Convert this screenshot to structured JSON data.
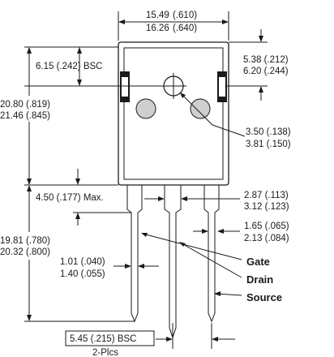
{
  "dimensions": {
    "overall_width": {
      "mm": "15.49",
      "in": "(.610)"
    },
    "overall_width_max": {
      "mm": "16.26",
      "in": "(.640)"
    },
    "hole_offset": "6.15 (.242) BSC",
    "tab_right_1": "5.38 (.212)",
    "tab_right_2": "6.20 (.244)",
    "body_height_1": "20.80 (.819)",
    "body_height_2": "21.46 (.845)",
    "hole_dia_1": "3.50 (.138)",
    "hole_dia_2": "3.81 (.150)",
    "lead_neck": "4.50 (.177) Max.",
    "lead_w_1": "2.87 (.113)",
    "lead_w_2": "3.12 (.123)",
    "lead_t_1": "1.65 (.065)",
    "lead_t_2": "2.13 (.084)",
    "lead_len_1": "19.81 (.780)",
    "lead_len_2": "20.32 (.800)",
    "lead_thin_1": "1.01 (.040)",
    "lead_thin_2": "1.40 (.055)",
    "pitch": "5.45 (.215) BSC",
    "pitch_note": "2-Plcs"
  },
  "pins": {
    "gate": "Gate",
    "drain": "Drain",
    "source": "Source"
  }
}
